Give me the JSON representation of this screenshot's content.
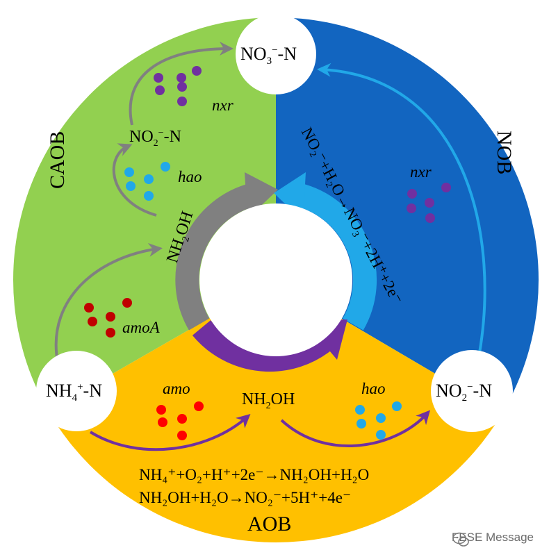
{
  "colors": {
    "caob": "#92d050",
    "nob": "#1265c0",
    "aob": "#ffc000",
    "gray_arrow": "#808080",
    "cyan_arrow": "#21a8e8",
    "purple_arrow": "#7030a0",
    "dot_purple": "#7030a0",
    "dot_cyan": "#21a8e8",
    "dot_darkred": "#c00000",
    "dot_red": "#ff0000"
  },
  "groups": {
    "caob": "CAOB",
    "nob": "NOB",
    "aob": "AOB"
  },
  "nodes": {
    "nitrate": {
      "main": "NO",
      "sub": "3",
      "sup": "−",
      "tail": "-N"
    },
    "nitrite_right": {
      "main": "NO",
      "sub": "2",
      "sup": "−",
      "tail": "-N"
    },
    "ammonium": {
      "main": "NH",
      "sub": "4",
      "sup": "+",
      "tail": "-N"
    },
    "nitrite_caob": {
      "main": "NO",
      "sub": "2",
      "sup": "−",
      "tail": "-N"
    },
    "nh2oh_caob": {
      "a": "NH",
      "sub": "2",
      "b": "OH"
    },
    "nh2oh_aob": {
      "a": "NH",
      "sub": "2",
      "b": "OH"
    }
  },
  "enzymes": {
    "nxr_caob": "nxr",
    "hao_caob": "hao",
    "amoA": "amoA",
    "nxr_nob": "nxr",
    "amo_aob": "amo",
    "hao_aob": "hao"
  },
  "equations": {
    "nob": "NO₂⁻+H₂O→NO₃⁻+2H⁺+2e⁻",
    "aob_1": "NH₄⁺+O₂+H⁺+2e⁻→NH₂OH+H₂O",
    "aob_2": "NH₂OH+H₂O→NO₂⁻+5H⁺+4e⁻"
  },
  "watermark": {
    "icon": "wechat-icon",
    "text": "FESE Message"
  }
}
